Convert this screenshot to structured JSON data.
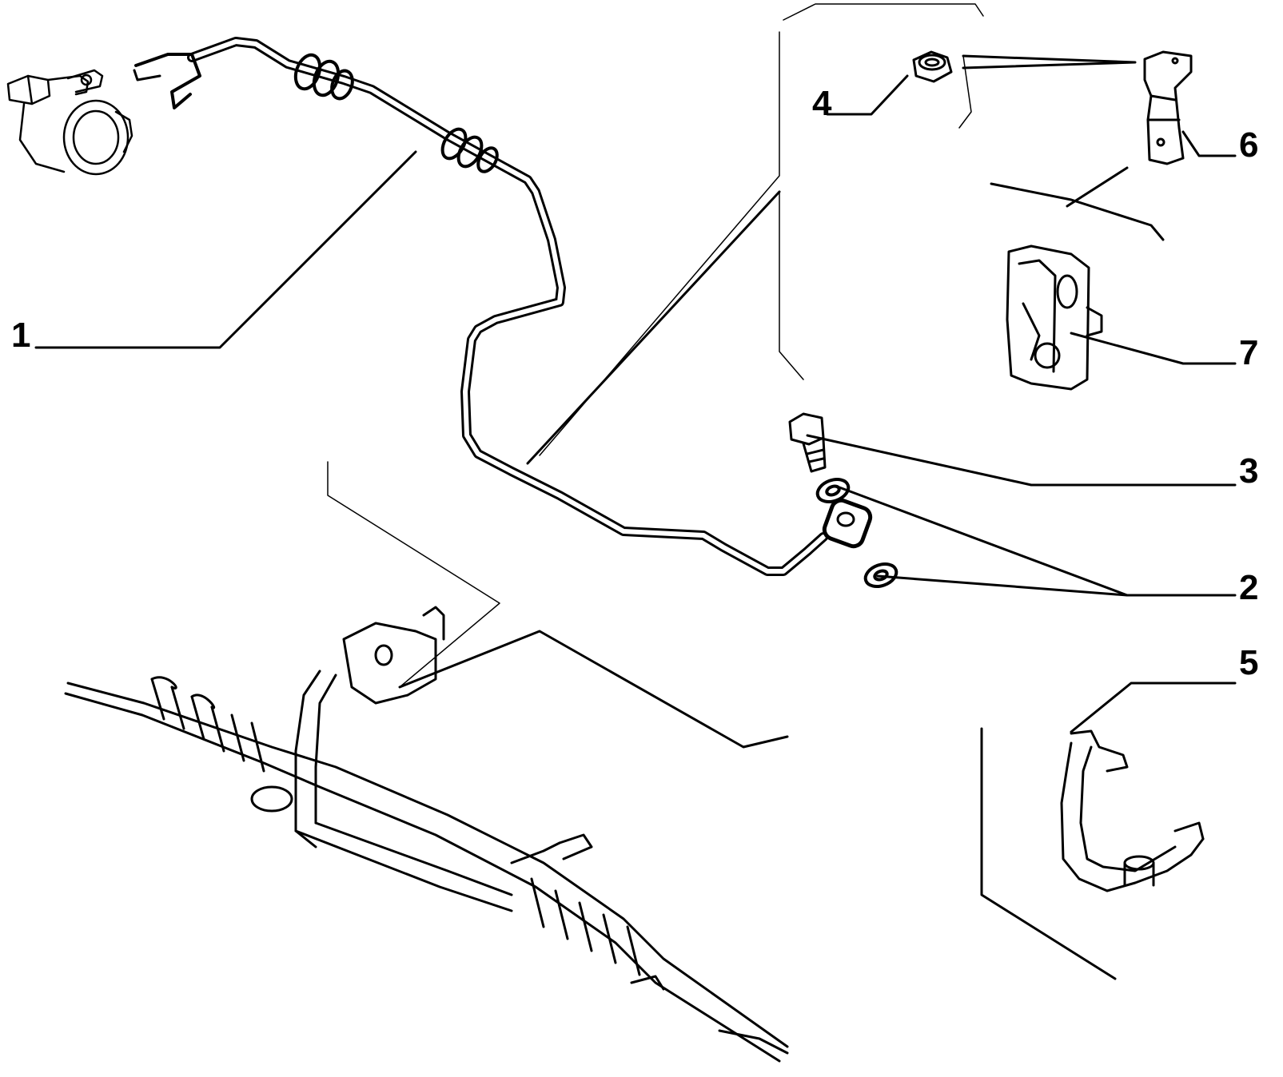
{
  "callouts": {
    "c1": "1",
    "c2": "2",
    "c3": "3",
    "c4": "4",
    "c5": "5",
    "c6": "6",
    "c7": "7"
  },
  "colors": {
    "ink": "#000000",
    "background": "#ffffff"
  },
  "parts": [
    {
      "ref": "1",
      "icon": "pressure-pipe-icon"
    },
    {
      "ref": "2",
      "icon": "sealing-washer-icon"
    },
    {
      "ref": "3",
      "icon": "banjo-bolt-icon"
    },
    {
      "ref": "4",
      "icon": "nut-icon"
    },
    {
      "ref": "5",
      "icon": "pipe-bracket-icon"
    },
    {
      "ref": "6",
      "icon": "bracket-plate-icon"
    },
    {
      "ref": "7",
      "icon": "pipe-support-clip-icon"
    }
  ]
}
